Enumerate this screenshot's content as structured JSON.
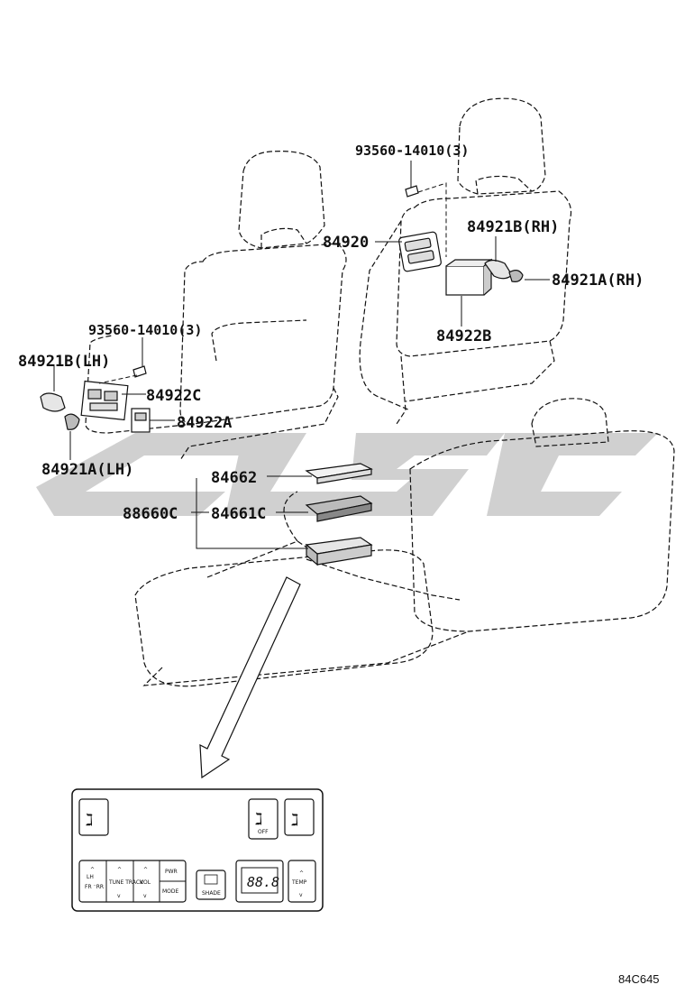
{
  "labels": {
    "bolt_upper": "93560-14010(3)",
    "bolt_lower": "93560-14010(3)",
    "p84920": "84920",
    "p84921b_rh": "84921B(RH)",
    "p84921a_rh": "84921A(RH)",
    "p84922b": "84922B",
    "p84921b_lh": "84921B(LH)",
    "p84922c": "84922C",
    "p84922a": "84922A",
    "p84921a_lh": "84921A(LH)",
    "p84662": "84662",
    "p88660c": "88660C",
    "p84661c": "84661C"
  },
  "panel": {
    "off_left": "OFF",
    "fr_rr": "FR ⁻RR",
    "lh": "LH",
    "tune_track": "TUNE TRACK",
    "vol": "VOL",
    "pwr": "PWR",
    "mode": "MODE",
    "shade": "SHADE",
    "display": "88.8",
    "temp": "TEMP"
  },
  "diagram_code": "84C645",
  "colors": {
    "ink": "#111111",
    "watermark": "#c8c8c8"
  }
}
